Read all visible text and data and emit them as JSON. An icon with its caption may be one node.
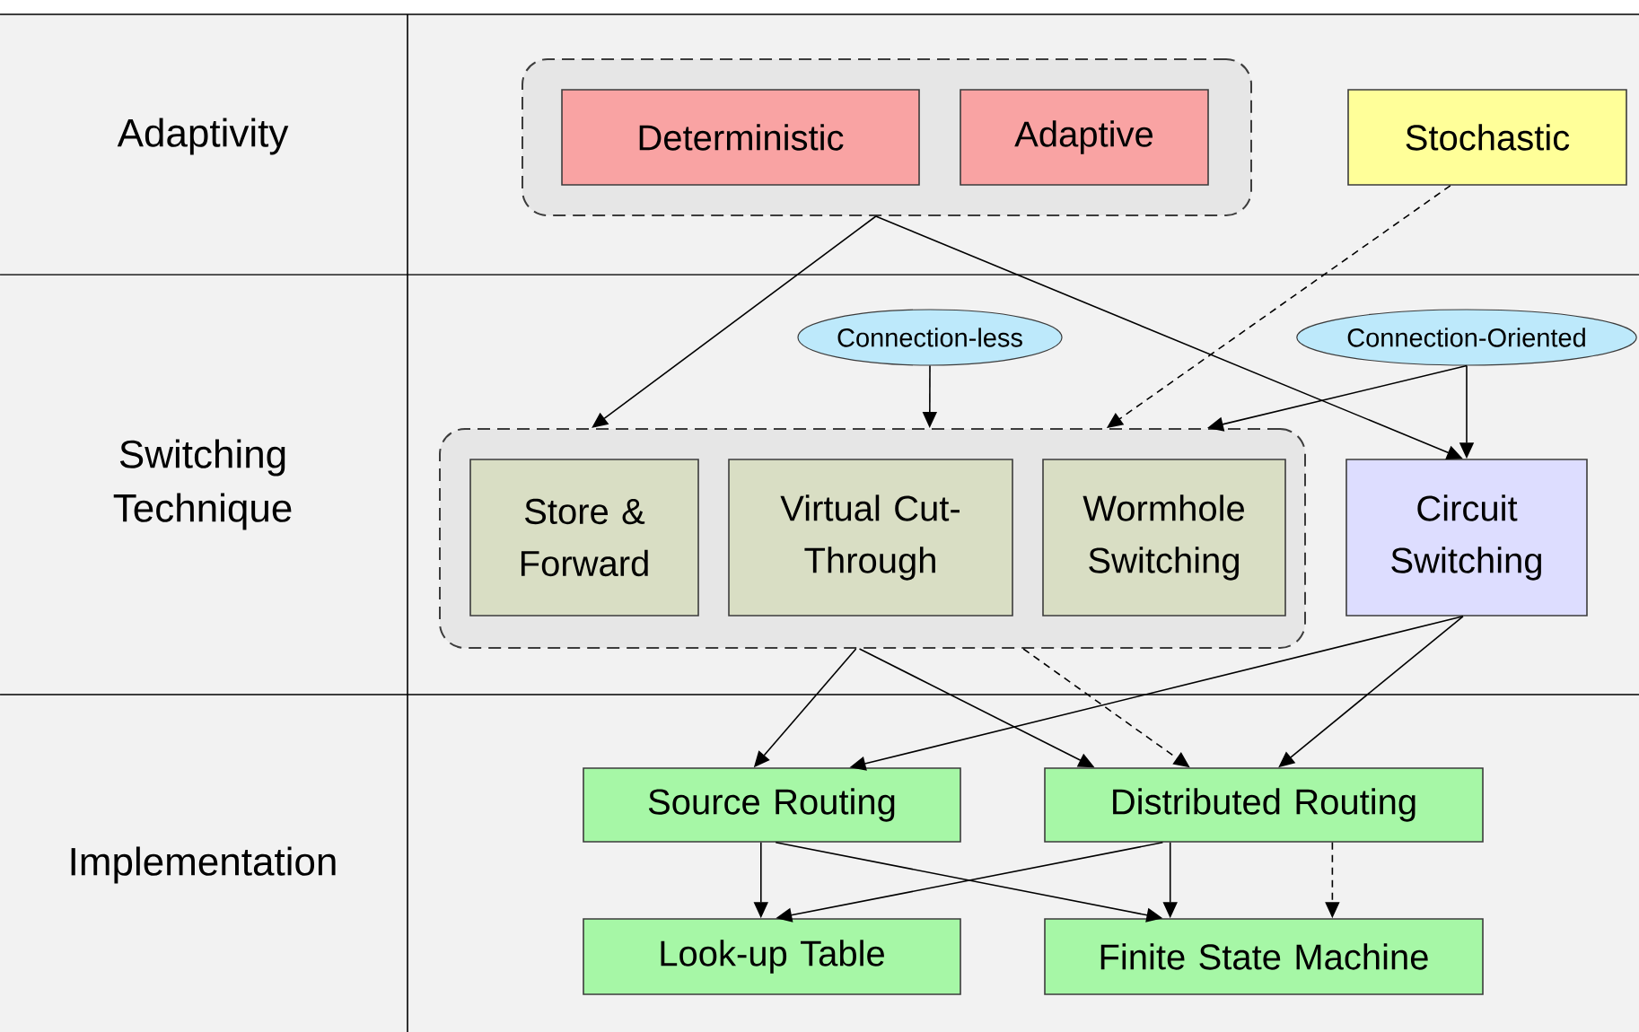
{
  "diagram": {
    "nodes": [
      {
        "text": [],
        "shape": "box"
      },
      {
        "text": [
          "Deterministic"
        ],
        "in": 0
      },
      {
        "text": [
          "Adaptive"
        ],
        "in": 0
      },
      {
        "text": [
          "Stochastic"
        ]
      },
      {
        "text": [
          "Connection-less"
        ]
      },
      {
        "text": [
          "Connection-Oriented"
        ]
      },
      {
        "text": [],
        "shape": "box"
      },
      {
        "text": [
          "Store & Forward"
        ],
        "in": 6
      },
      {
        "text": [
          "Virtual Cut-Through"
        ],
        "in": 6
      },
      {
        "text": [
          "Wormhole Switching"
        ],
        "in": 6
      },
      {
        "text": [
          "Circuit Switching"
        ]
      },
      {
        "text": [
          "Source Routing"
        ]
      },
      {
        "text": [
          "Distributed Routing"
        ]
      },
      {
        "text": [
          "Look-up Table"
        ]
      },
      {
        "text": [
          "Finite State Machine"
        ]
      }
    ],
    "edges": [
      {
        "from": 0,
        "to": 6,
        "arrow": "to"
      },
      {
        "from": 0,
        "to": 10,
        "arrow": "to"
      },
      {
        "from": 3,
        "to": 6,
        "arrow": "to",
        "style": "dashed"
      },
      {
        "from": 4,
        "to": 6,
        "arrow": "to"
      },
      {
        "from": 5,
        "to": 6,
        "arrow": "to"
      },
      {
        "from": 5,
        "to": 10,
        "arrow": "to"
      },
      {
        "from": 6,
        "to": 11,
        "arrow": "to"
      },
      {
        "from": 6,
        "to": 12,
        "arrow": "to"
      },
      {
        "from": 6,
        "to": 12,
        "arrow": "to",
        "style": "dashed"
      },
      {
        "from": 10,
        "to": 11,
        "arrow": "to"
      },
      {
        "from": 10,
        "to": 12,
        "arrow": "to"
      },
      {
        "from": 11,
        "to": 13,
        "arrow": "to"
      },
      {
        "from": 11,
        "to": 14,
        "arrow": "to"
      },
      {
        "from": 12,
        "to": 13,
        "arrow": "to"
      },
      {
        "from": 12,
        "to": 14,
        "arrow": "to"
      },
      {
        "from": 12,
        "to": 14,
        "arrow": "to",
        "style": "dashed"
      }
    ],
    "labels": [
      "Adaptivity",
      "Switching Technique",
      "Implementation"
    ]
  }
}
